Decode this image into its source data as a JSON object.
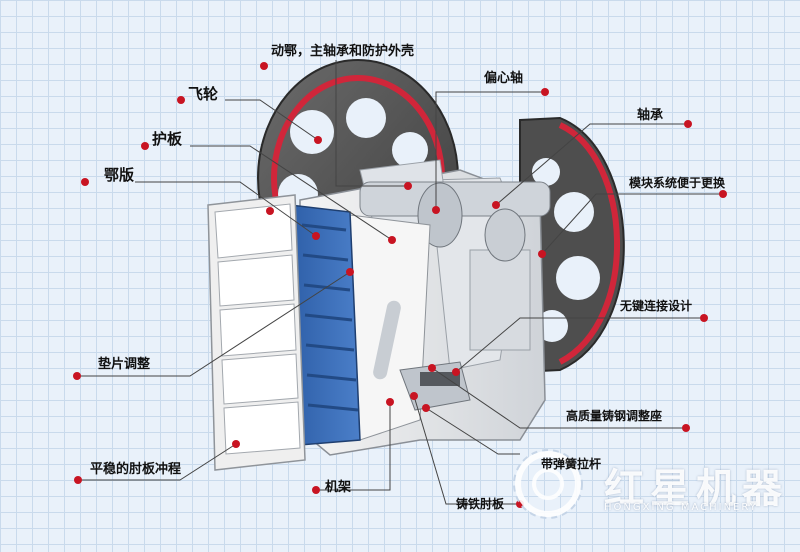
{
  "labels": {
    "jaw_bearing_housing": "动鄂，主轴承和防护外壳",
    "flywheel": "飞轮",
    "eccentric_shaft": "偏心轴",
    "guard_plate": "护板",
    "bearing": "轴承",
    "jaw_plate": "鄂版",
    "block_system": "模块系统便于更换",
    "keyless_design": "无键连接设计",
    "shim_adjust": "垫片调整",
    "cast_steel_seat": "高质量铸钢调整座",
    "spring_rod": "带弹簧拉杆",
    "toggle_plate": "平稳的肘板冲程",
    "frame": "机架",
    "cast_iron_toggle": "铸铁肘板"
  },
  "brand": {
    "name": "红星机器",
    "subtitle": "HONGXING MACHINERY"
  }
}
